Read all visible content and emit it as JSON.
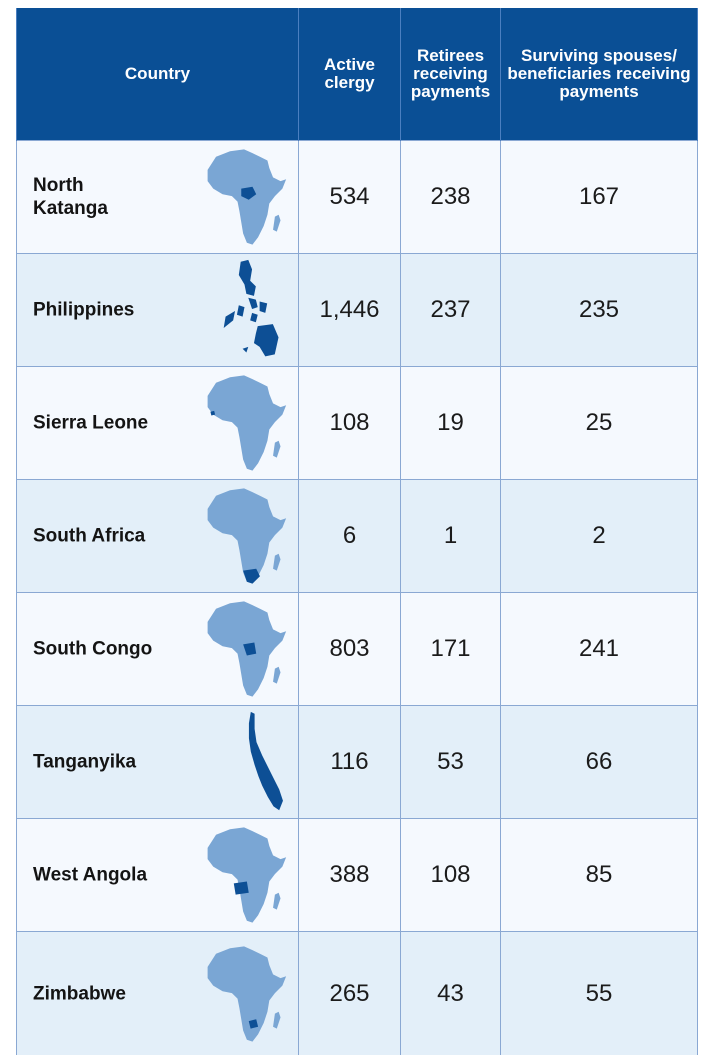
{
  "table": {
    "headers": {
      "country": "Country",
      "active": "Active clergy",
      "retirees": "Retirees receiving payments",
      "spouses": "Surviving spouses/ beneficiaries receiving payments"
    },
    "rows": [
      {
        "country": "North Katanga",
        "active": "534",
        "retirees": "238",
        "spouses": "167",
        "map": "africa-map-icon",
        "highlight": "north-katanga"
      },
      {
        "country": "Philippines",
        "active": "1,446",
        "retirees": "237",
        "spouses": "235",
        "map": "philippines-map-icon",
        "highlight": "philippines"
      },
      {
        "country": "Sierra Leone",
        "active": "108",
        "retirees": "19",
        "spouses": "25",
        "map": "africa-map-icon",
        "highlight": "sierra-leone"
      },
      {
        "country": "South Africa",
        "active": "6",
        "retirees": "1",
        "spouses": "2",
        "map": "africa-map-icon",
        "highlight": "south-africa"
      },
      {
        "country": "South Congo",
        "active": "803",
        "retirees": "171",
        "spouses": "241",
        "map": "africa-map-icon",
        "highlight": "south-congo"
      },
      {
        "country": "Tanganyika",
        "active": "116",
        "retirees": "53",
        "spouses": "66",
        "map": "tanganyika-map-icon",
        "highlight": "tanganyika"
      },
      {
        "country": "West Angola",
        "active": "388",
        "retirees": "108",
        "spouses": "85",
        "map": "africa-map-icon",
        "highlight": "west-angola"
      },
      {
        "country": "Zimbabwe",
        "active": "265",
        "retirees": "43",
        "spouses": "55",
        "map": "africa-map-icon",
        "highlight": "zimbabwe"
      }
    ]
  },
  "colors": {
    "header_bg": "#0a4f95",
    "map_light": "#7aa6d4",
    "map_dark": "#0d4f95",
    "row_light": "#f5f9fe",
    "row_alt": "#e3eff9"
  }
}
